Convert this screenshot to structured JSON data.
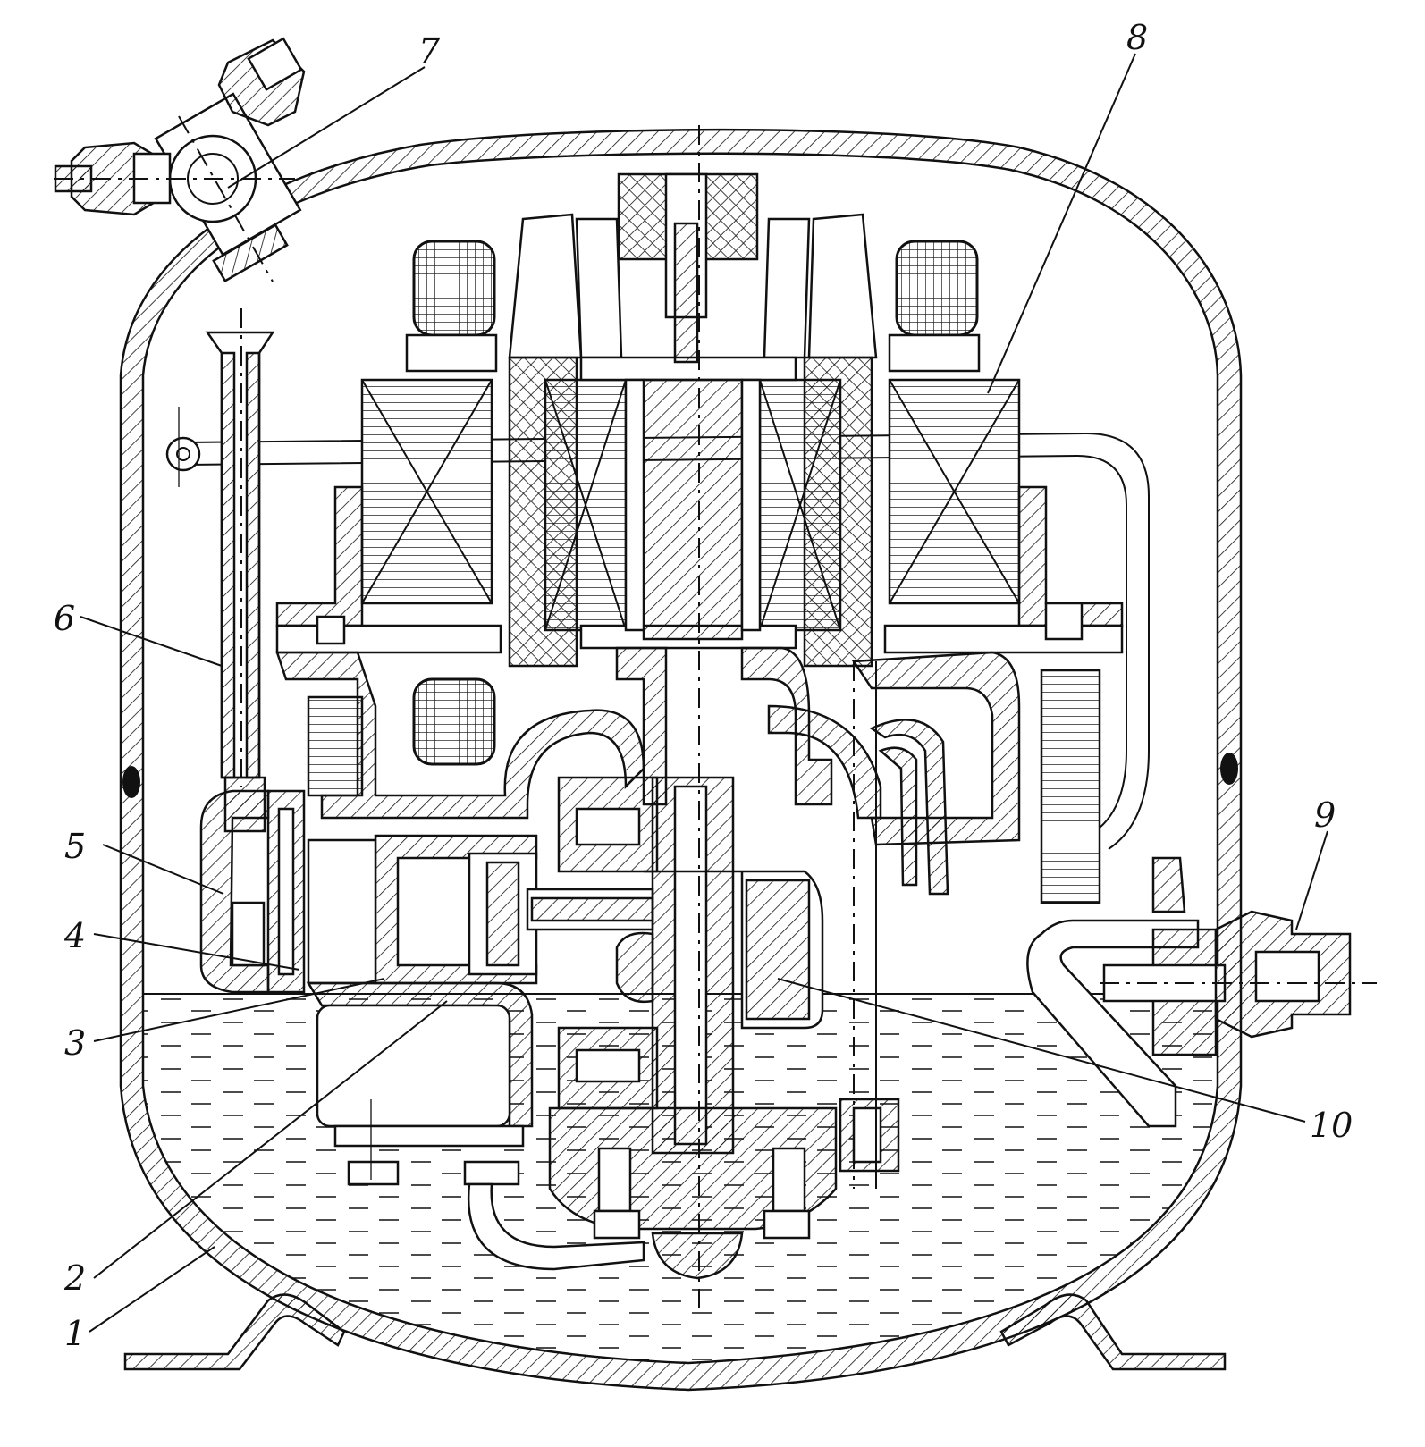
{
  "labels": [
    {
      "id": "1",
      "text": "1"
    },
    {
      "id": "2",
      "text": "2"
    },
    {
      "id": "3",
      "text": "3"
    },
    {
      "id": "4",
      "text": "4"
    },
    {
      "id": "5",
      "text": "5"
    },
    {
      "id": "6",
      "text": "6"
    },
    {
      "id": "7",
      "text": "7"
    },
    {
      "id": "8",
      "text": "8"
    },
    {
      "id": "9",
      "text": "9"
    },
    {
      "id": "10",
      "text": "10"
    }
  ],
  "colors": {
    "ink": "#111111",
    "paper": "#ffffff"
  }
}
